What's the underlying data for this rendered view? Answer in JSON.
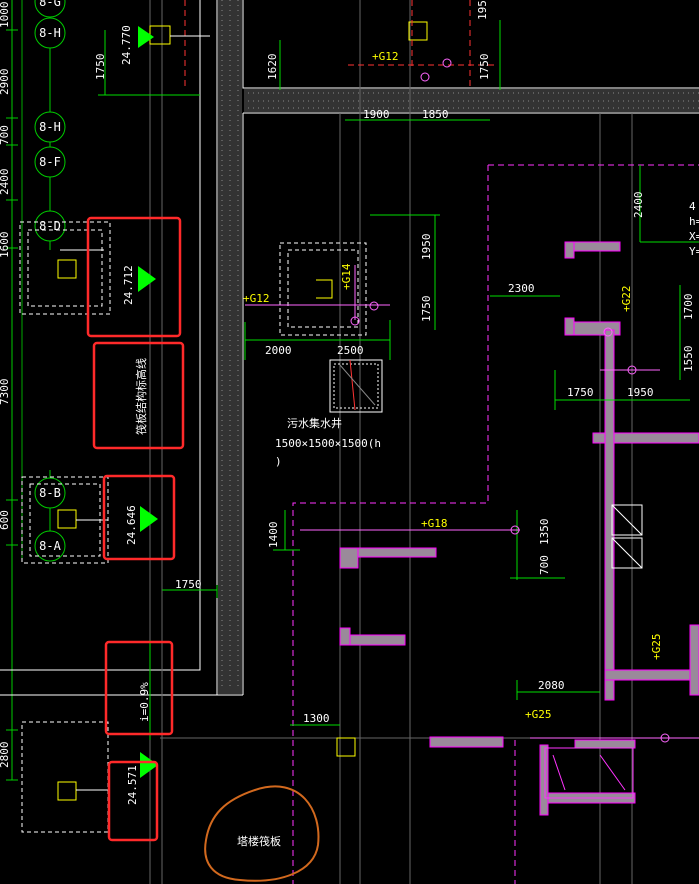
{
  "axis_labels": [
    "8-H",
    "8-G",
    "8-F",
    "8-D",
    "8-B",
    "8-A"
  ],
  "left_dims": [
    "1000",
    "2900",
    "700",
    "2400",
    "1600",
    "7300",
    "600",
    "2800"
  ],
  "elevations": [
    "24.770",
    "24.712",
    "24.646",
    "24.571"
  ],
  "annotations": {
    "foundation_contour": "筏板结构标高线",
    "slope": "i=0.9%",
    "sump_name": "污水集水井",
    "sump_size": "1500×1500×1500(h",
    "sump_size_end": ")",
    "tower_raft": "塔楼筏板"
  },
  "grade_beams": [
    "G12",
    "G14",
    "G12",
    "G22",
    "G18",
    "G25",
    "G25"
  ],
  "dimensions": {
    "d1750_top": "1750",
    "d1620": "1620",
    "d1900": "1900",
    "d1850": "1850",
    "d1750_right": "1750",
    "d195": "195",
    "d1950_v": "1950",
    "d1750_v": "1750",
    "d2000": "2000",
    "d2500": "2500",
    "d2400": "2400",
    "d2300": "2300",
    "d1700": "1700",
    "d1550": "1550",
    "d1750_h": "1750",
    "d1950_h": "1950",
    "d1400": "1400",
    "d1350": "1350",
    "d700": "700",
    "d1750_mid": "1750",
    "d2080": "2080",
    "d1300": "1300"
  },
  "edge_text": [
    "4",
    "h=",
    "X=",
    "Y="
  ],
  "colors": {
    "background": "#000000",
    "grid": "#00cc00",
    "dashed_boundary": "#ff33ff",
    "wall": "#9a8a9a",
    "wall_outline": "#ff00ff",
    "highlight_box": "#ff2a2a",
    "freehand_circle": "#d2691e",
    "grade_beam_text": "#ffff00",
    "elevation_marker": "#00ff00",
    "column": "#ffff00",
    "dim_line": "#00ff00"
  }
}
